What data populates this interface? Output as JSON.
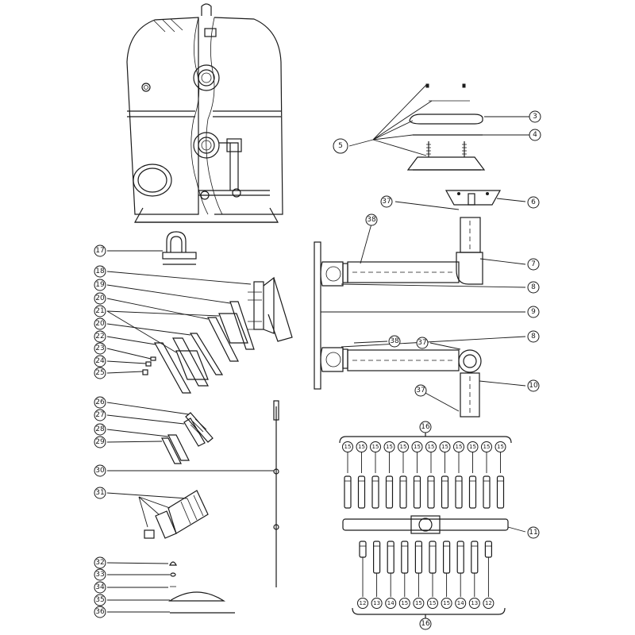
{
  "colors": {
    "line": "#1a1a1a",
    "paper": "#ffffff"
  },
  "callouts": {
    "c3": "3",
    "c4": "4",
    "c5": "5",
    "c6": "6",
    "c7": "7",
    "c8a": "8",
    "c8b": "8",
    "c9": "9",
    "c10": "10",
    "c11": "11",
    "c17": "17",
    "c18": "18",
    "c19": "19",
    "c20a": "20",
    "c21": "21",
    "c20b": "20",
    "c22": "22",
    "c23": "23",
    "c24": "24",
    "c25": "25",
    "c26": "26",
    "c27": "27",
    "c28": "28",
    "c29": "29",
    "c30": "30",
    "c31": "31",
    "c32": "32",
    "c33": "33",
    "c34": "34",
    "c35": "35",
    "c36": "36",
    "c37a": "37",
    "c37b": "37",
    "c37c": "37",
    "c38a": "38",
    "c38b": "38",
    "c16top": "16",
    "c16bot": "16",
    "top15": [
      "15",
      "15",
      "15",
      "15",
      "15",
      "15",
      "15",
      "15",
      "15",
      "15",
      "15",
      "15"
    ],
    "bottom": [
      "12",
      "13",
      "14",
      "15",
      "15",
      "15",
      "15",
      "14",
      "13",
      "12"
    ]
  }
}
